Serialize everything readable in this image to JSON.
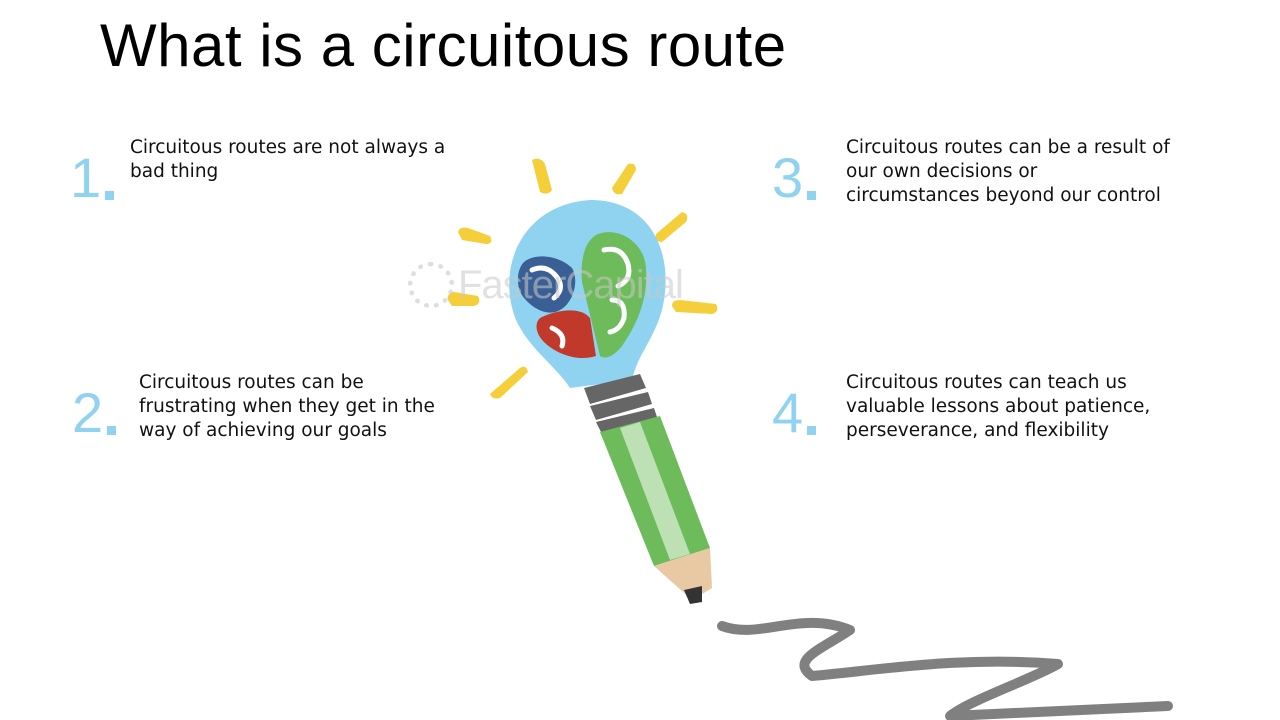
{
  "title": "What is a circuitous route",
  "points": [
    {
      "number": "1",
      "text": "Circuitous routes are not always a bad thing"
    },
    {
      "number": "2",
      "text": "Circuitous routes can be frustrating when they get in the way of achieving our goals"
    },
    {
      "number": "3",
      "text": "Circuitous routes can be a result of our own decisions or circumstances beyond our control"
    },
    {
      "number": "4",
      "text": "Circuitous routes can teach us valuable lessons about patience, perseverance, and flexibility"
    }
  ],
  "watermark": "FasterCapital",
  "illustration": "lightbulb-pencil-icon",
  "colors": {
    "number": "#8fd3f0",
    "bulb": "#8fd3f0",
    "brain_green": "#6dbb5a",
    "brain_blue": "#3a5f95",
    "brain_red": "#c0392b",
    "rays": "#f5cf3a",
    "pencil_green": "#6dbb5a",
    "scribble": "#808080"
  }
}
